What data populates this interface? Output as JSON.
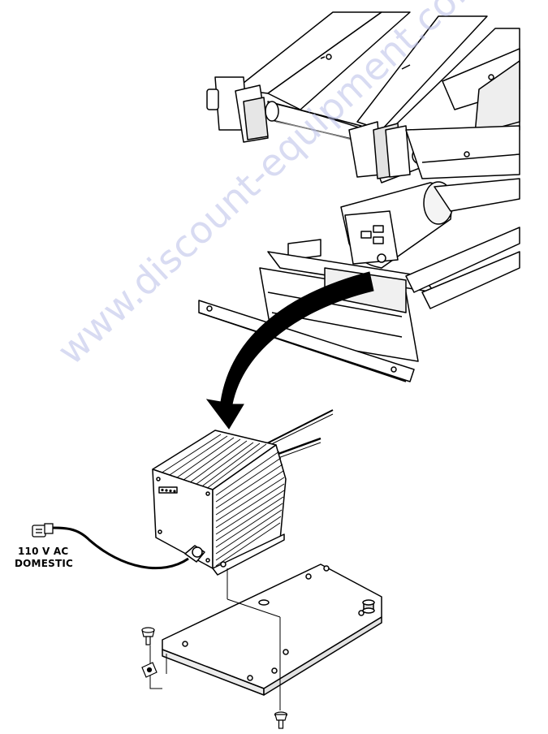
{
  "labels": {
    "voltage": "110 V AC",
    "source": "DOMESTIC"
  },
  "watermark": "www.discount-equipment.com",
  "colors": {
    "line": "#000000",
    "fill": "#ffffff",
    "shade": "#d8d8d8",
    "arrow": "#000000",
    "watermark": "#b9bee8"
  }
}
